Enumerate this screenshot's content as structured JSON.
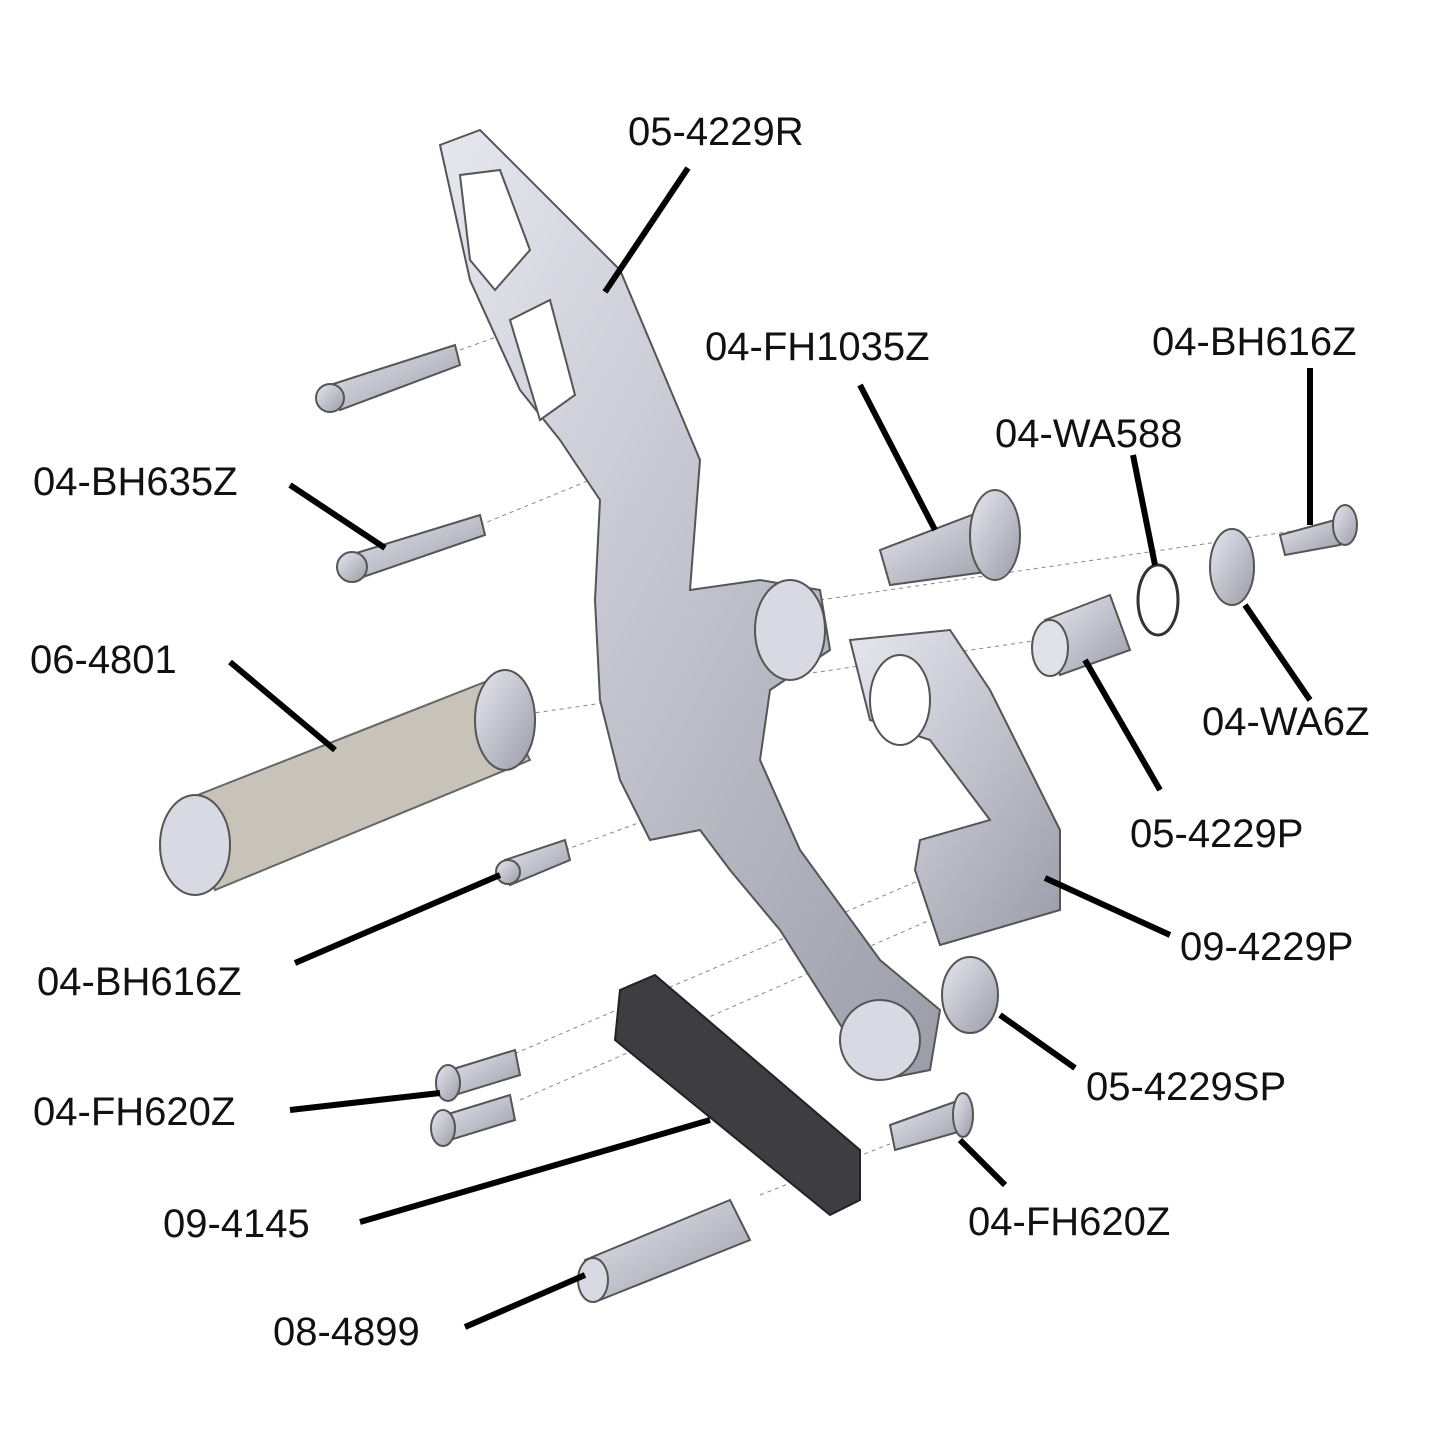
{
  "title": "Rearset exploded parts diagram",
  "colors": {
    "part": "#c9cbd6",
    "part_dark": "#7b7d88",
    "plate": "#3d3d42",
    "leader": "#000000",
    "text": "#111111"
  },
  "labels": [
    {
      "id": "bracket",
      "text": "05-4229R"
    },
    {
      "id": "pivot-bolt",
      "text": "04-FH1035Z"
    },
    {
      "id": "bolt-top-right",
      "text": "04-BH616Z"
    },
    {
      "id": "wave-washer",
      "text": "04-WA588"
    },
    {
      "id": "mount-bolts",
      "text": "04-BH635Z"
    },
    {
      "id": "footpeg",
      "text": "06-4801"
    },
    {
      "id": "washer",
      "text": "04-WA6Z"
    },
    {
      "id": "pivot",
      "text": "05-4229P"
    },
    {
      "id": "pedal",
      "text": "09-4229P"
    },
    {
      "id": "peg-bolt",
      "text": "04-BH616Z"
    },
    {
      "id": "spacer",
      "text": "05-4229SP"
    },
    {
      "id": "plate-bolts",
      "text": "04-FH620Z"
    },
    {
      "id": "plate",
      "text": "09-4145"
    },
    {
      "id": "plate-bolt-right",
      "text": "04-FH620Z"
    },
    {
      "id": "standoff",
      "text": "08-4899"
    }
  ]
}
